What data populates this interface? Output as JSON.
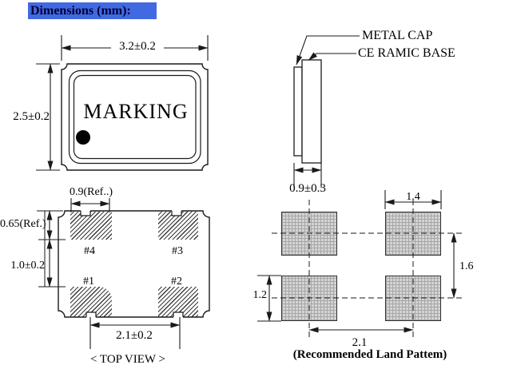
{
  "title": "Dimensions (mm):",
  "colors": {
    "highlight_blue": "#4169e1",
    "line_black": "#1a1a1a",
    "land_pad_gray": "#d4d4d4"
  },
  "package_top_view": {
    "marking_text": "MARKING",
    "width_dim": "3.2±0.2",
    "height_dim": "2.5±0.2"
  },
  "side_view": {
    "metal_cap_label": "METAL CAP",
    "ceramic_base_label": "CE RAMIC BASE",
    "width_dim": "0.9±0.3"
  },
  "pad_view": {
    "caption": "< TOP VIEW >",
    "pad_width_dim": "0.9(Ref..)",
    "pad_height_dim": "0.65(Ref.)",
    "row_gap_dim": "1.0±0.2",
    "col_pitch_dim": "2.1±0.2",
    "pad_labels": {
      "p1": "#1",
      "p2": "#2",
      "p3": "#3",
      "p4": "#4"
    }
  },
  "land_pattern": {
    "caption": "(Recommended Land Pattem)",
    "pad_width_dim": "1.4",
    "row_pitch_dim": "1.6",
    "pad_height_dim": "1.2",
    "col_pitch_dim": "2.1"
  }
}
